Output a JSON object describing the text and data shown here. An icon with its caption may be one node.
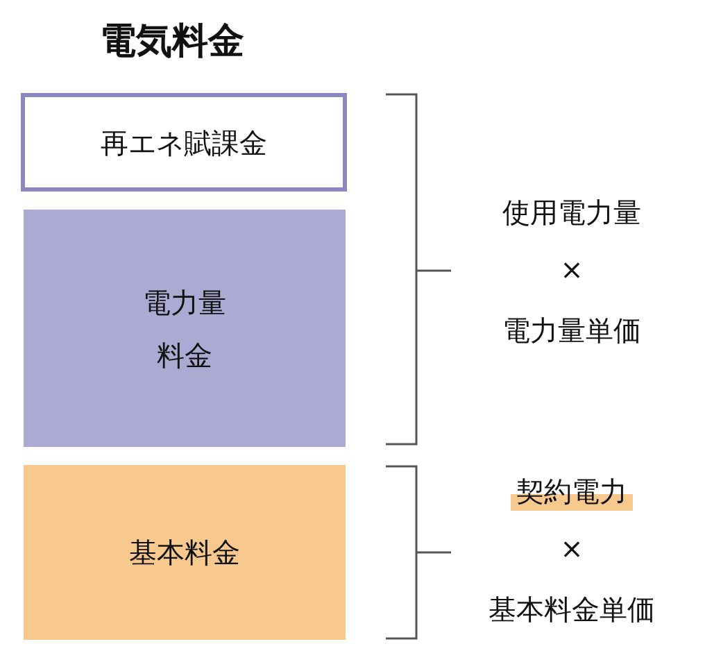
{
  "diagram": {
    "title": "電気料金",
    "nodes": [
      {
        "text": [
          "再エネ賦課金"
        ]
      },
      {
        "text": [
          "電力量料金"
        ]
      },
      {
        "text": [
          "基本料金"
        ]
      }
    ],
    "labels": [
      "使用電力量",
      "×",
      "電力量単価",
      "契約電力",
      "×",
      "基本料金単価"
    ]
  }
}
